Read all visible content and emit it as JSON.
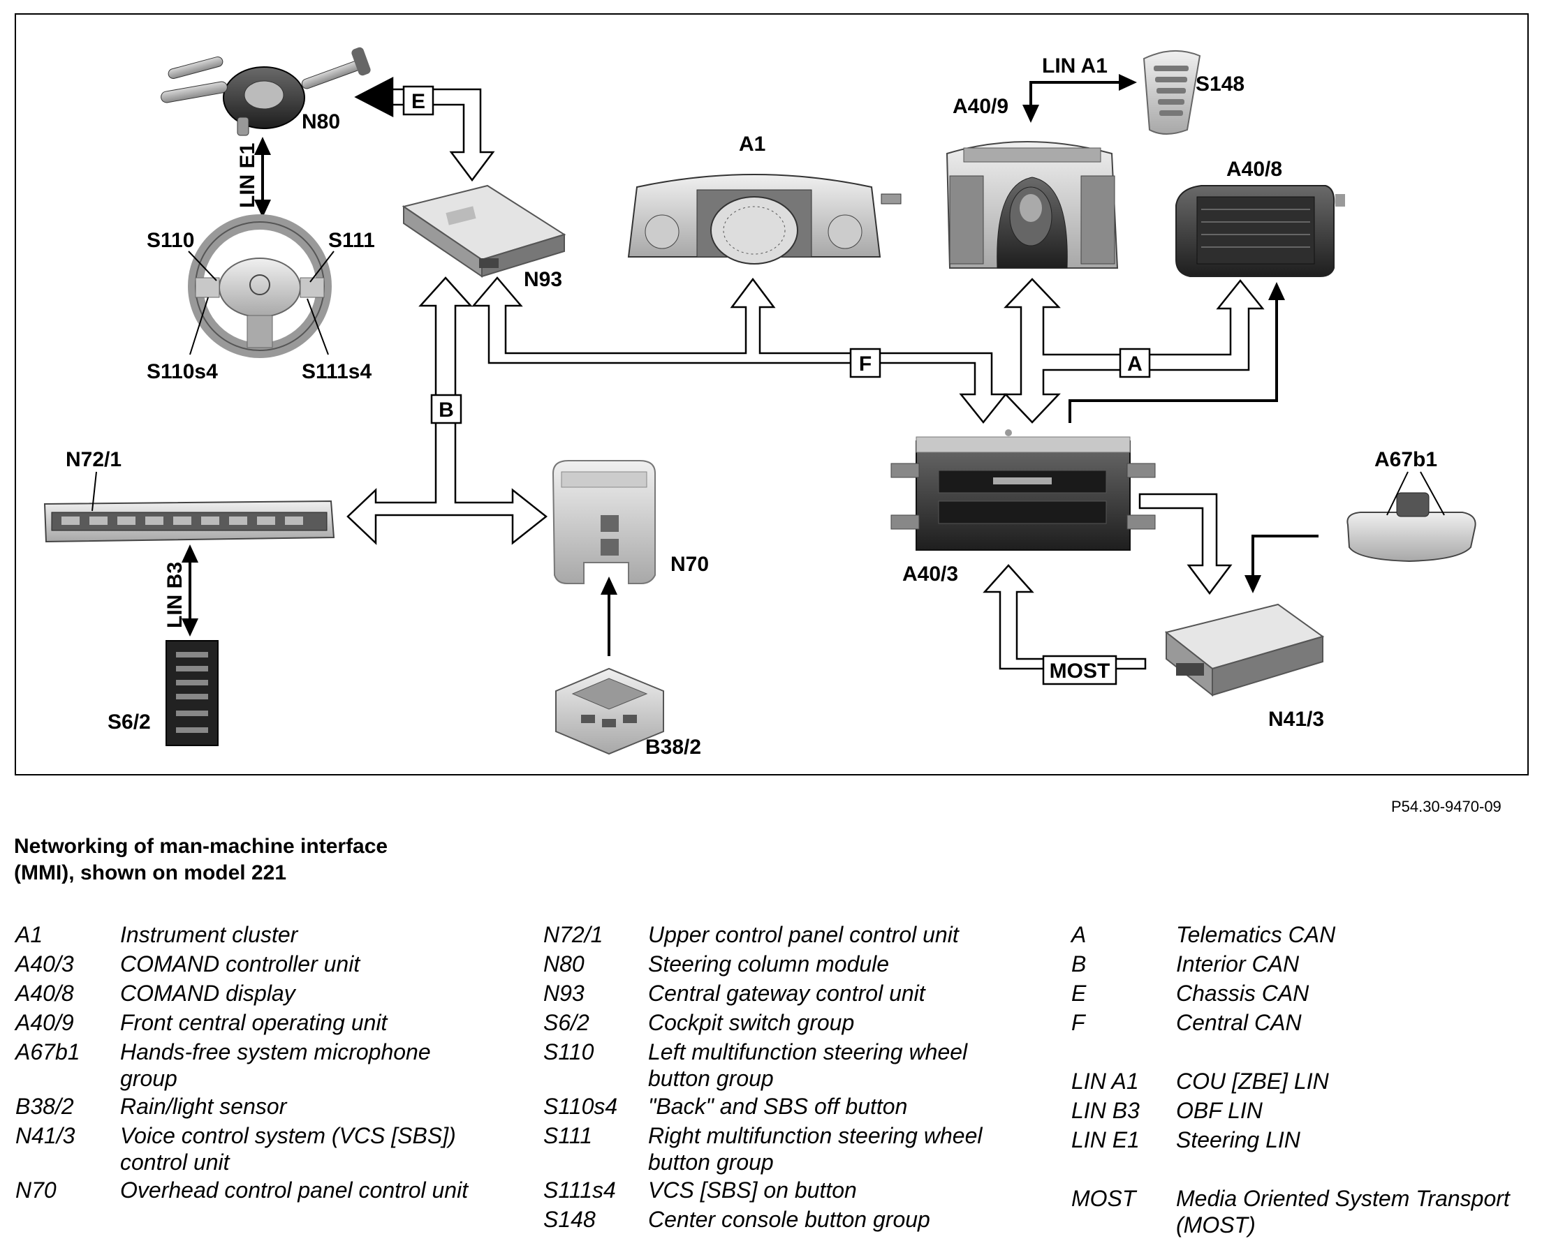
{
  "figure_id": "P54.30-9470-09",
  "caption": {
    "line1": "Networking of man-machine interface",
    "line2": "(MMI), shown on model 221"
  },
  "components": {
    "N80": "N80",
    "S110": "S110",
    "S111": "S111",
    "S110s4": "S110s4",
    "S111s4": "S111s4",
    "N93": "N93",
    "A1": "A1",
    "A40_9": "A40/9",
    "S148": "S148",
    "A40_8": "A40/8",
    "N72_1": "N72/1",
    "N70": "N70",
    "A40_3": "A40/3",
    "A67b1": "A67b1",
    "S6_2": "S6/2",
    "B38_2": "B38/2",
    "N41_3": "N41/3"
  },
  "buses": {
    "E": "E",
    "B": "B",
    "F": "F",
    "A": "A",
    "MOST": "MOST",
    "LIN_E1": "LIN E1",
    "LIN_B3": "LIN B3",
    "LIN_A1": "LIN A1"
  },
  "legend": {
    "col1": [
      {
        "code": "A1",
        "desc": "Instrument cluster"
      },
      {
        "code": "A40/3",
        "desc": "COMAND controller unit"
      },
      {
        "code": "A40/8",
        "desc": "COMAND display"
      },
      {
        "code": "A40/9",
        "desc": "Front central operating unit"
      },
      {
        "code": "A67b1",
        "desc": "Hands-free system microphone group"
      },
      {
        "code": "B38/2",
        "desc": "Rain/light sensor"
      },
      {
        "code": "N41/3",
        "desc": "Voice control system (VCS [SBS]) control unit"
      },
      {
        "code": "N70",
        "desc": "Overhead control panel control unit"
      }
    ],
    "col2": [
      {
        "code": "N72/1",
        "desc": "Upper control panel control unit"
      },
      {
        "code": "N80",
        "desc": "Steering column module"
      },
      {
        "code": "N93",
        "desc": "Central gateway control unit"
      },
      {
        "code": "S6/2",
        "desc": "Cockpit switch group"
      },
      {
        "code": "S110",
        "desc": "Left multifunction steering wheel button group"
      },
      {
        "code": "S110s4",
        "desc": "\"Back\" and SBS off button"
      },
      {
        "code": "S111",
        "desc": "Right multifunction steering wheel button group"
      },
      {
        "code": "S111s4",
        "desc": "VCS [SBS] on button"
      },
      {
        "code": "S148",
        "desc": "Center console button group"
      }
    ],
    "col3a": [
      {
        "code": "A",
        "desc": "Telematics CAN"
      },
      {
        "code": "B",
        "desc": "Interior CAN"
      },
      {
        "code": "E",
        "desc": "Chassis CAN"
      },
      {
        "code": "F",
        "desc": "Central CAN"
      }
    ],
    "col3b": [
      {
        "code": "LIN A1",
        "desc": "COU [ZBE] LIN"
      },
      {
        "code": "LIN B3",
        "desc": "OBF LIN"
      },
      {
        "code": "LIN E1",
        "desc": "Steering LIN"
      }
    ],
    "col3c": [
      {
        "code": "MOST",
        "desc": "Media Oriented System Transport (MOST)"
      }
    ]
  }
}
